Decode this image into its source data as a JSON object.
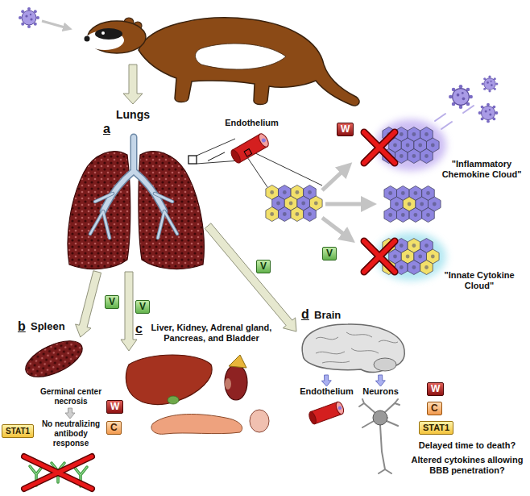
{
  "diagram": {
    "nodes": [
      {
        "text": [
          "Lungs"
        ]
      },
      {
        "text": [
          "Endothelium"
        ]
      },
      {
        "text": [
          "W"
        ]
      },
      {
        "text": [
          "\"Inflammatory Chemokine Cloud\""
        ]
      },
      {
        "text": [
          "V"
        ]
      },
      {
        "text": [
          "\"Innate Cytokine Cloud\""
        ]
      },
      {
        "text": [
          "V"
        ]
      },
      {
        "text": [
          "V"
        ]
      },
      {
        "text": [
          "V"
        ]
      },
      {
        "text": [
          "Spleen"
        ]
      },
      {
        "text": [
          "STAT1"
        ]
      },
      {
        "text": [
          "W"
        ]
      },
      {
        "text": [
          "C"
        ]
      },
      {
        "text": [
          "Liver, Kidney, Adrenal gland, Pancreas, and Bladder"
        ]
      },
      {
        "text": [
          "Brain"
        ]
      },
      {
        "text": [
          "Endothelium"
        ]
      },
      {
        "text": [
          "Neurons"
        ]
      },
      {
        "text": [
          "W"
        ]
      },
      {
        "text": [
          "C"
        ]
      },
      {
        "text": [
          "STAT1"
        ]
      }
    ],
    "edges": [
      {
        "from": 0,
        "to": 9,
        "arrow": "to"
      },
      {
        "from": 0,
        "to": 13,
        "arrow": "to"
      },
      {
        "from": 0,
        "to": 14,
        "arrow": "to"
      },
      {
        "from": 0,
        "to": 1,
        "arrow": "none"
      },
      {
        "from": 14,
        "to": 15,
        "arrow": "to"
      },
      {
        "from": 14,
        "to": 16,
        "arrow": "to"
      }
    ],
    "labels": [
      "a",
      "b",
      "Germinal center necrosis",
      "No neutralizing antibody response",
      "c",
      "d",
      "Delayed time to death?",
      "Altered cytokines allowing BBB penetration?"
    ]
  }
}
